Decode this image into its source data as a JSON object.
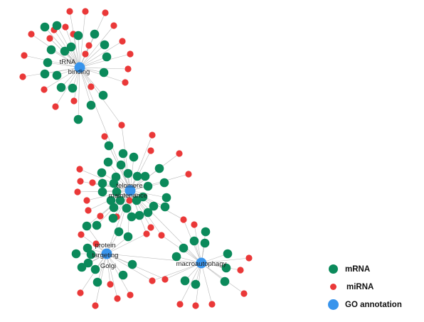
{
  "colors": {
    "mrna": "#0b8a5b",
    "mirna": "#ea3838",
    "go": "#3894ec",
    "edge": "#b9b9b9"
  },
  "legend": {
    "mrna": "mRNA",
    "mirna": "miRNA",
    "go": "GO annotation"
  },
  "hubs": {
    "trna": [
      "tRNA",
      "binding"
    ],
    "telomere": [
      "telomere",
      "maintenance"
    ],
    "golgi": [
      "protein",
      "targeting",
      "Golgi"
    ],
    "macro": [
      "macroautophagy"
    ]
  }
}
